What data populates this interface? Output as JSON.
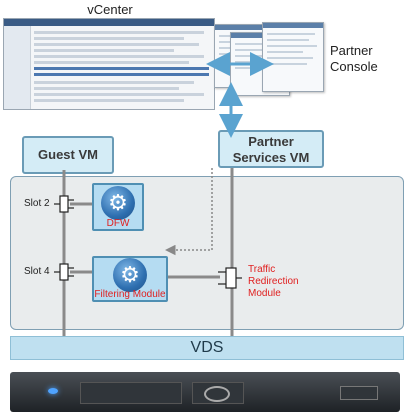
{
  "vcenter": {
    "title": "vCenter"
  },
  "partner_console": {
    "line1": "Partner",
    "line2": "Console"
  },
  "guest_vm": {
    "label": "Guest VM"
  },
  "partner_vm": {
    "line1": "Partner",
    "line2": "Services VM"
  },
  "slots": {
    "slot2": "Slot 2",
    "slot4": "Slot 4"
  },
  "modules": {
    "dfw": "DFW",
    "filtering": "Filtering Module"
  },
  "traffic": {
    "line1": "Traffic",
    "line2": "Redirection",
    "line3": "Module"
  },
  "vds": {
    "label": "VDS"
  },
  "colors": {
    "accent_red": "#e02020",
    "vm_fill": "#d4ecf6",
    "arrow_blue": "#5aa3d0"
  }
}
